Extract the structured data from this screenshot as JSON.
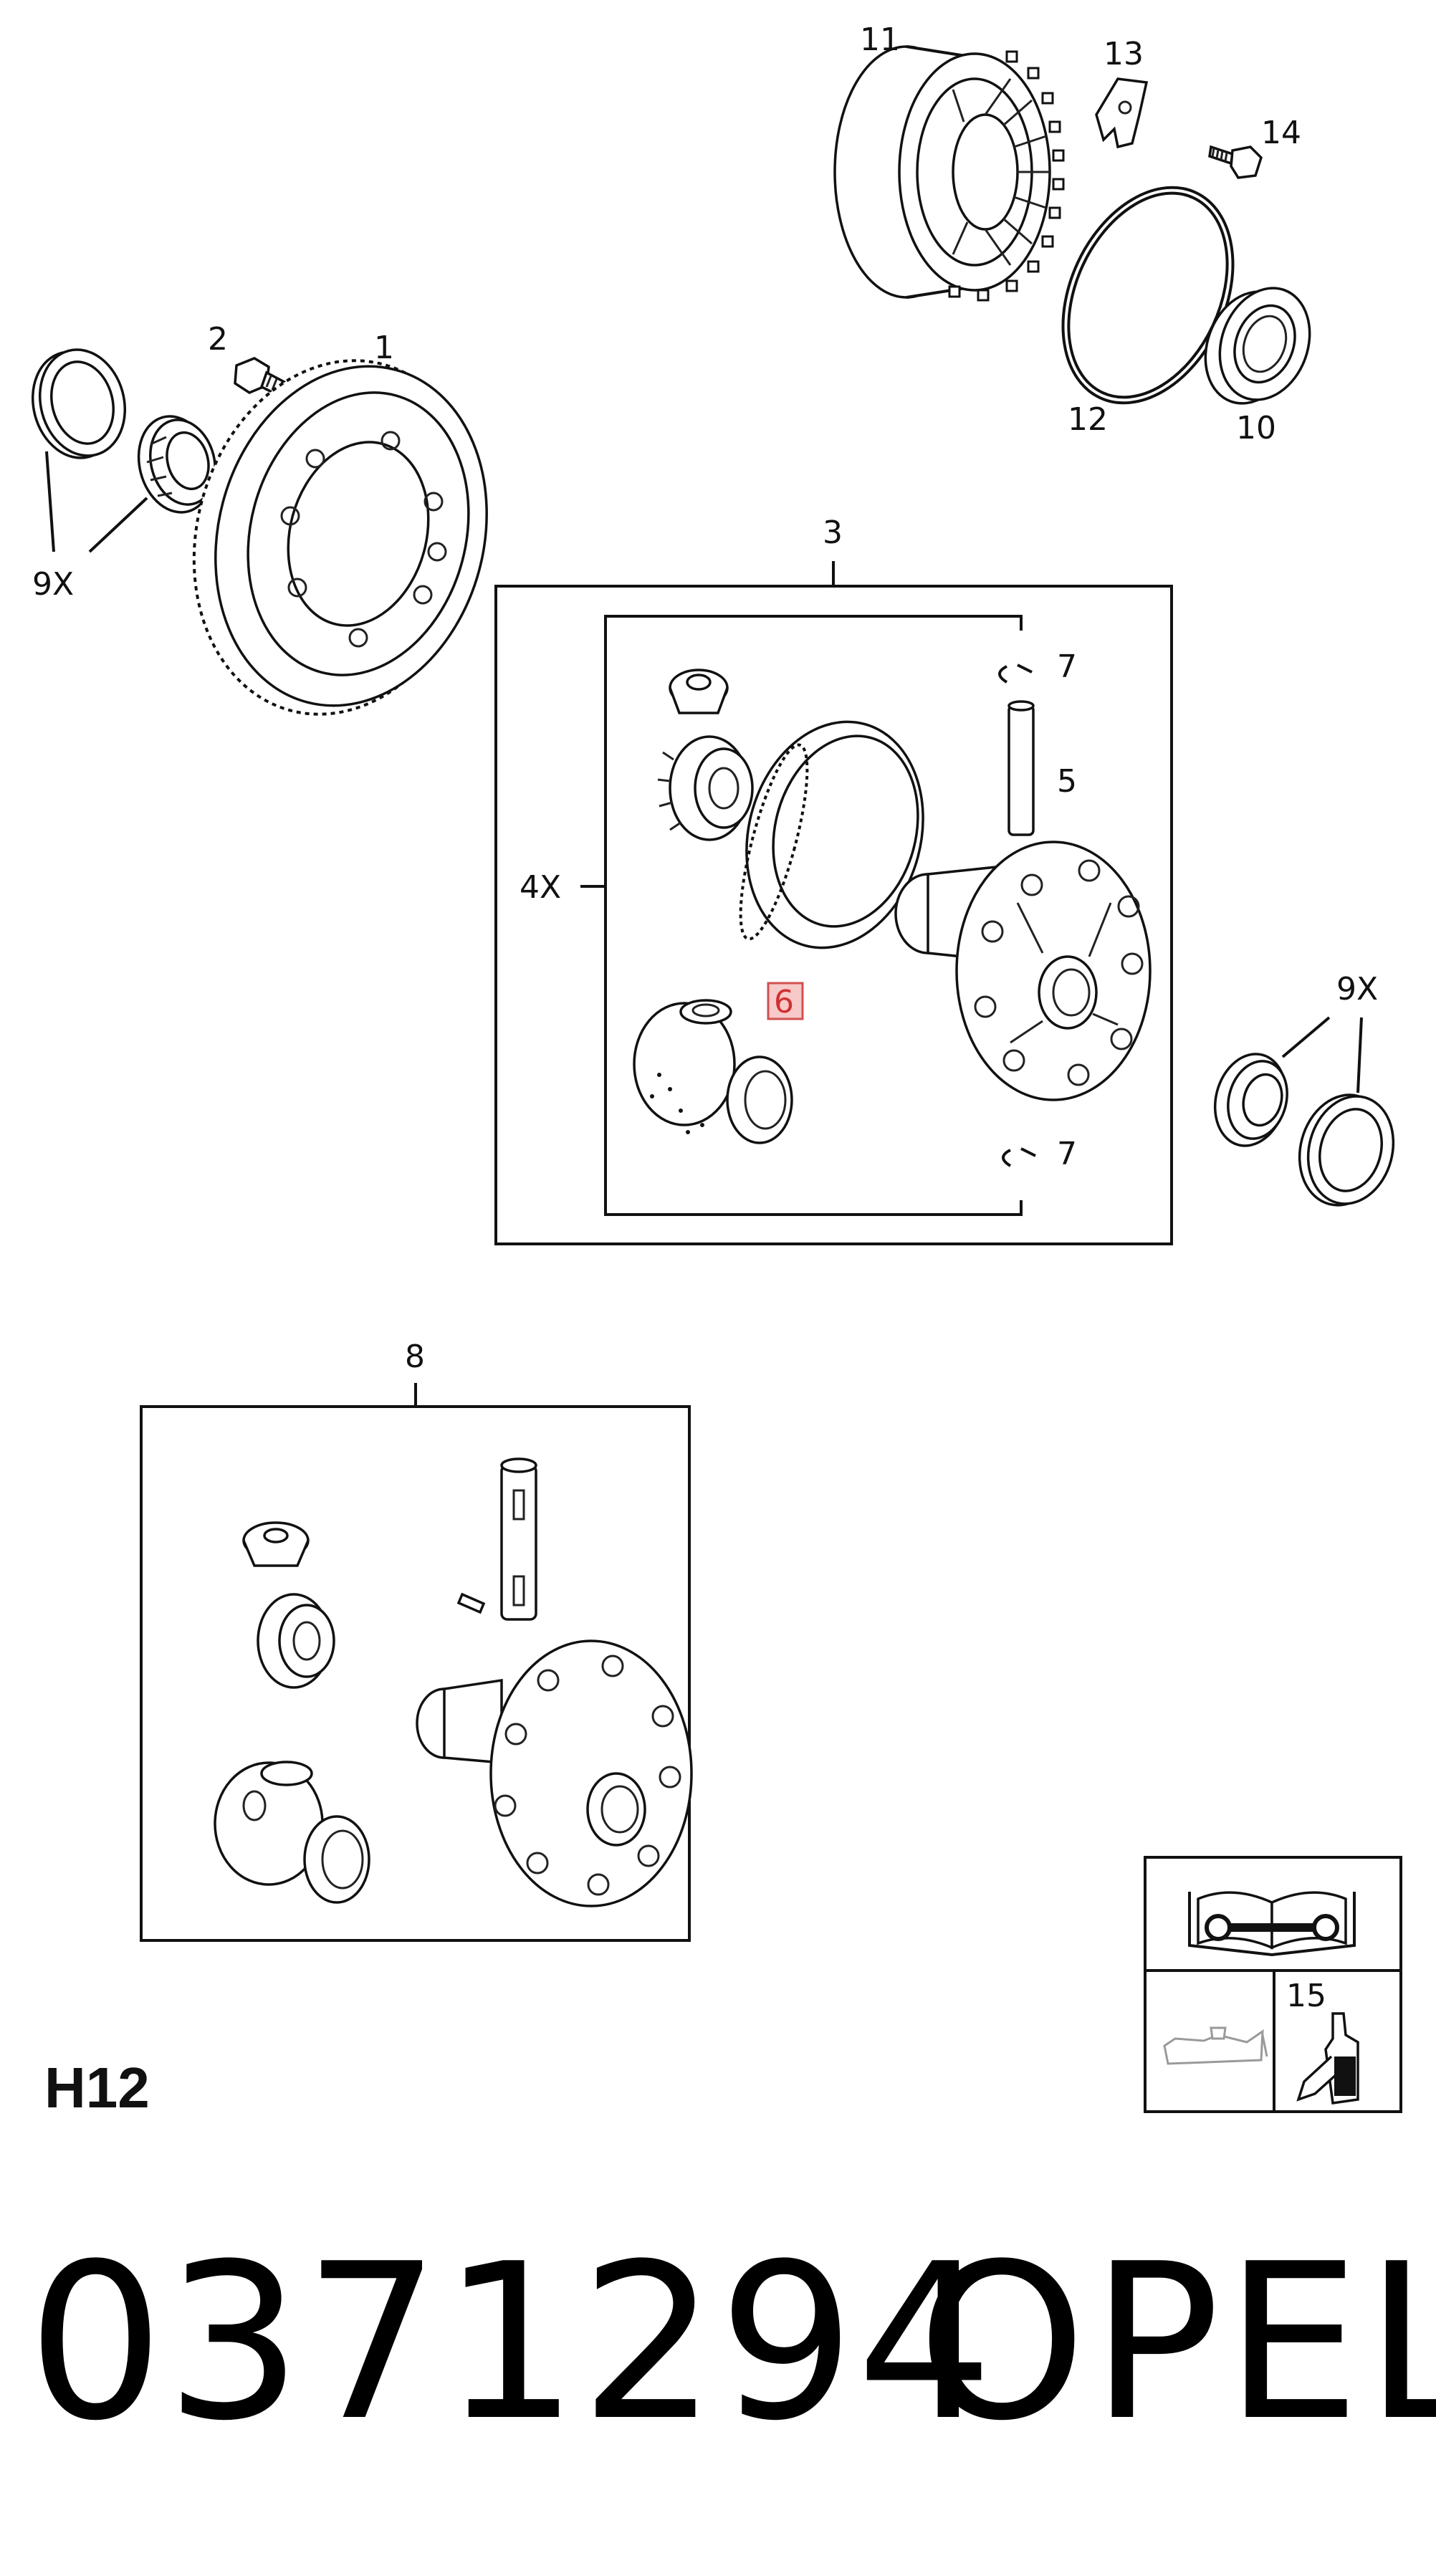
{
  "callouts": {
    "c1": "1",
    "c2": "2",
    "c3": "3",
    "c4x": "4X",
    "c5": "5",
    "c6": "6",
    "c7a": "7",
    "c7b": "7",
    "c8": "8",
    "c9x_left": "9X",
    "c9x_right": "9X",
    "c10": "10",
    "c11": "11",
    "c12": "12",
    "c13": "13",
    "c14": "14",
    "c15": "15"
  },
  "section_code": "H12",
  "part_number": "0371294",
  "brand": "OPEL",
  "colors": {
    "highlight_fill": "#f7c9c9",
    "highlight_stroke": "#d05050",
    "highlight_text": "#d03030"
  },
  "icons": [
    "workshop-manual-icon",
    "oil-can-icon",
    "sealant-bottle-icon"
  ]
}
